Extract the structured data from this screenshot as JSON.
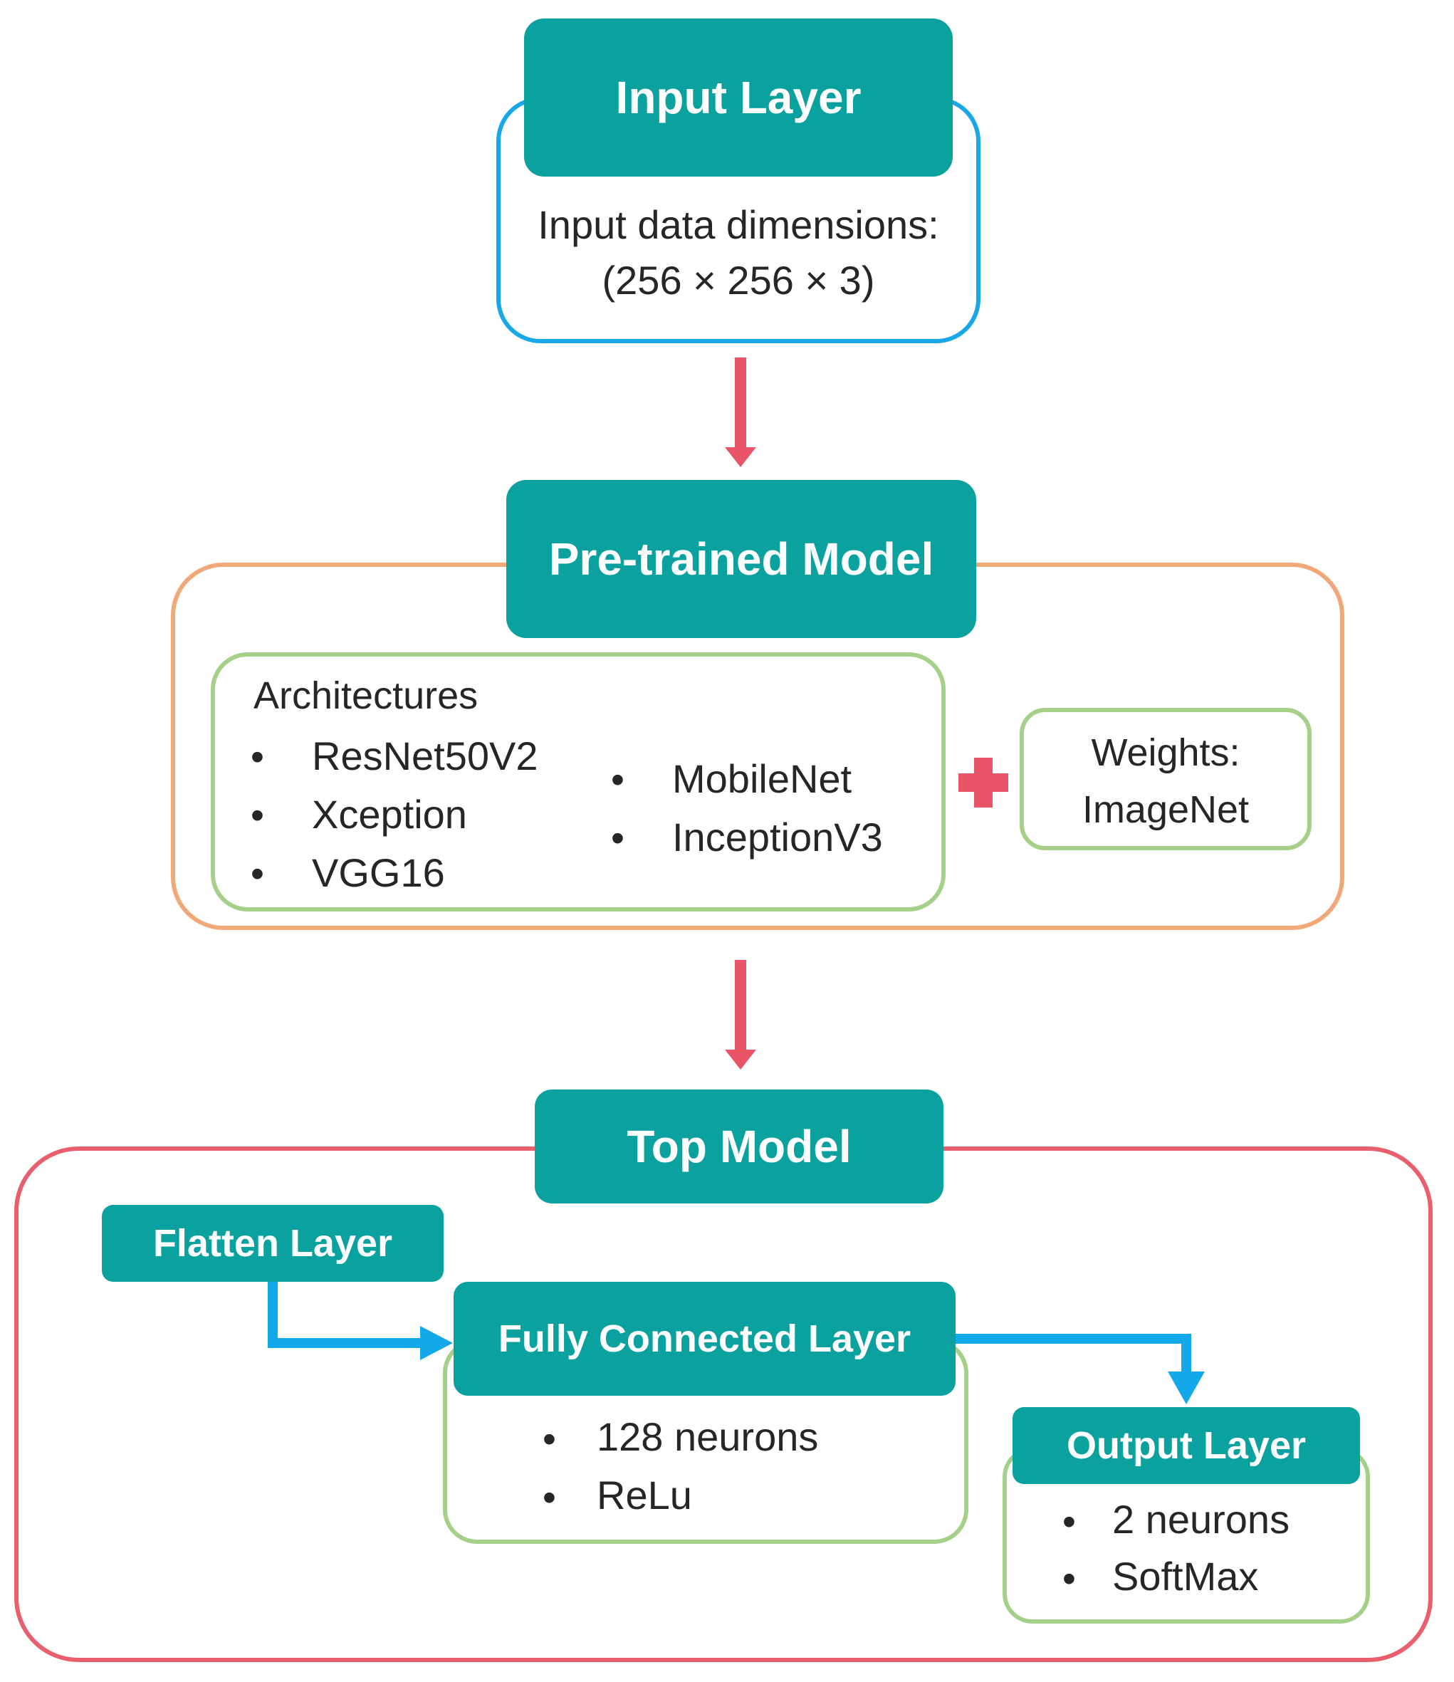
{
  "input_layer": {
    "title": "Input Layer",
    "desc_line1": "Input data dimensions:",
    "desc_line2": "(256 × 256 × 3)"
  },
  "pretrained": {
    "title": "Pre-trained Model",
    "architectures_label": "Architectures",
    "arch_col1": [
      "ResNet50V2",
      "Xception",
      "VGG16"
    ],
    "arch_col2": [
      "MobileNet",
      "InceptionV3"
    ],
    "bullet": "•",
    "weights_line1": "Weights:",
    "weights_line2": "ImageNet"
  },
  "top_model": {
    "title": "Top Model",
    "flatten": "Flatten Layer",
    "fully_connected": "Fully Connected Layer",
    "fc_items": [
      "128 neurons",
      "ReLu"
    ],
    "output": "Output Layer",
    "output_items": [
      "2 neurons",
      "SoftMax"
    ]
  },
  "colors": {
    "teal": "#0aa19e",
    "blue_frame": "#1aa7e8",
    "orange_frame": "#f0a878",
    "green_frame": "#a6d08a",
    "red_frame": "#e8606e",
    "red_arrow": "#ea5468",
    "blue_arrow": "#12a8ea",
    "plus": "#ea5468"
  }
}
